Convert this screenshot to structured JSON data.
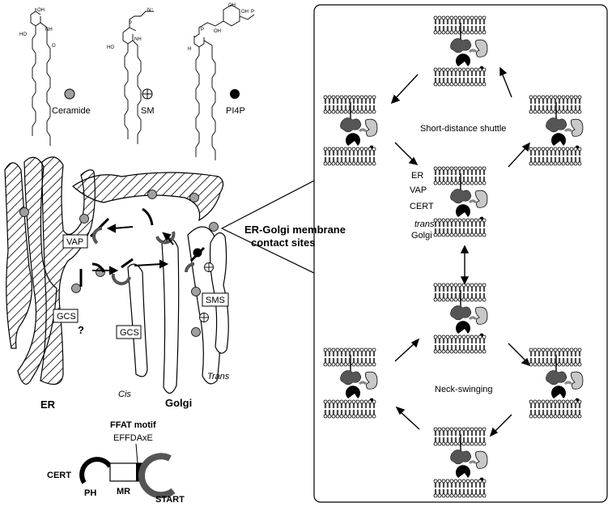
{
  "legend": {
    "ceramide": "Ceramide",
    "sm": "SM",
    "pi4p": "PI4P"
  },
  "chem": {
    "oh": "OH",
    "nh": "NH",
    "h": "H",
    "o": "O",
    "ho": "HO",
    "p": "P",
    "n_plus": "N⁺",
    "o_minus": "O⁻"
  },
  "cell": {
    "vap": "VAP",
    "gcs_er": "GCS",
    "question": "?",
    "gcs_golgi": "GCS",
    "sms": "SMS",
    "er": "ER",
    "cis": "Cis",
    "golgi": "Golgi",
    "trans": "Trans"
  },
  "callout": {
    "line1": "ER-Golgi membrane",
    "line2": "contact sites"
  },
  "domain_map": {
    "ffat": "FFAT motif",
    "motif_seq": "EFFDAxE",
    "cert": "CERT",
    "ph": "PH",
    "mr": "MR",
    "start": "START"
  },
  "panel": {
    "short_distance": "Short-distance shuttle",
    "neck_swinging": "Neck-swinging",
    "er": "ER",
    "vap": "VAP",
    "cert": "CERT",
    "trans": "trans",
    "golgi": "Golgi"
  },
  "colors": {
    "ceramide": "#a0a0a0",
    "protein_dark": "#555555",
    "protein_light": "#c8c8c8",
    "pi4p": "#000000"
  }
}
